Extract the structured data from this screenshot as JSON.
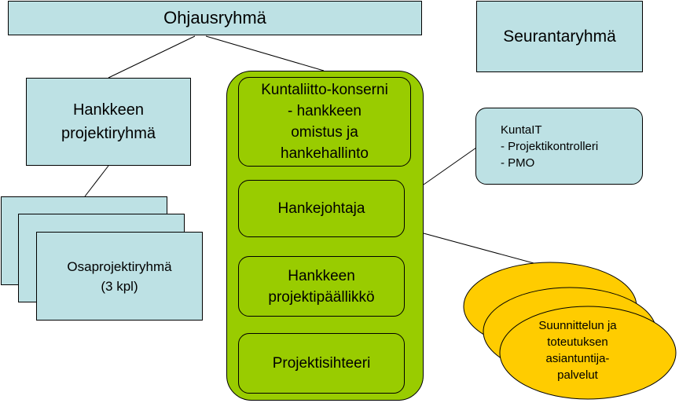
{
  "steering_group": "Ohjausryhmä",
  "monitoring_group": "Seurantaryhmä",
  "project_group": [
    "Hankkeen",
    "projektiryhmä"
  ],
  "subproject_group": [
    "Osaprojektiryhmä",
    "(3 kpl)"
  ],
  "green_column": {
    "ownership": [
      "Kuntaliitto-konserni",
      "- hankkeen",
      "omistus ja",
      "hankehallinto"
    ],
    "project_lead": "Hankejohtaja",
    "project_manager": [
      "Hankkeen",
      "projektipäällikkö"
    ],
    "project_secretary": "Projektisihteeri"
  },
  "kuntait": {
    "title": "KuntaIT",
    "items": [
      "- Projektikontrolleri",
      "- PMO"
    ]
  },
  "expert_services": [
    "Suunnittelun ja",
    "toteutuksen",
    "asiantuntija-",
    "palvelut"
  ],
  "colors": {
    "light_blue": "#bde1e4",
    "green": "#99cc00",
    "yellow": "#ffcc00"
  }
}
